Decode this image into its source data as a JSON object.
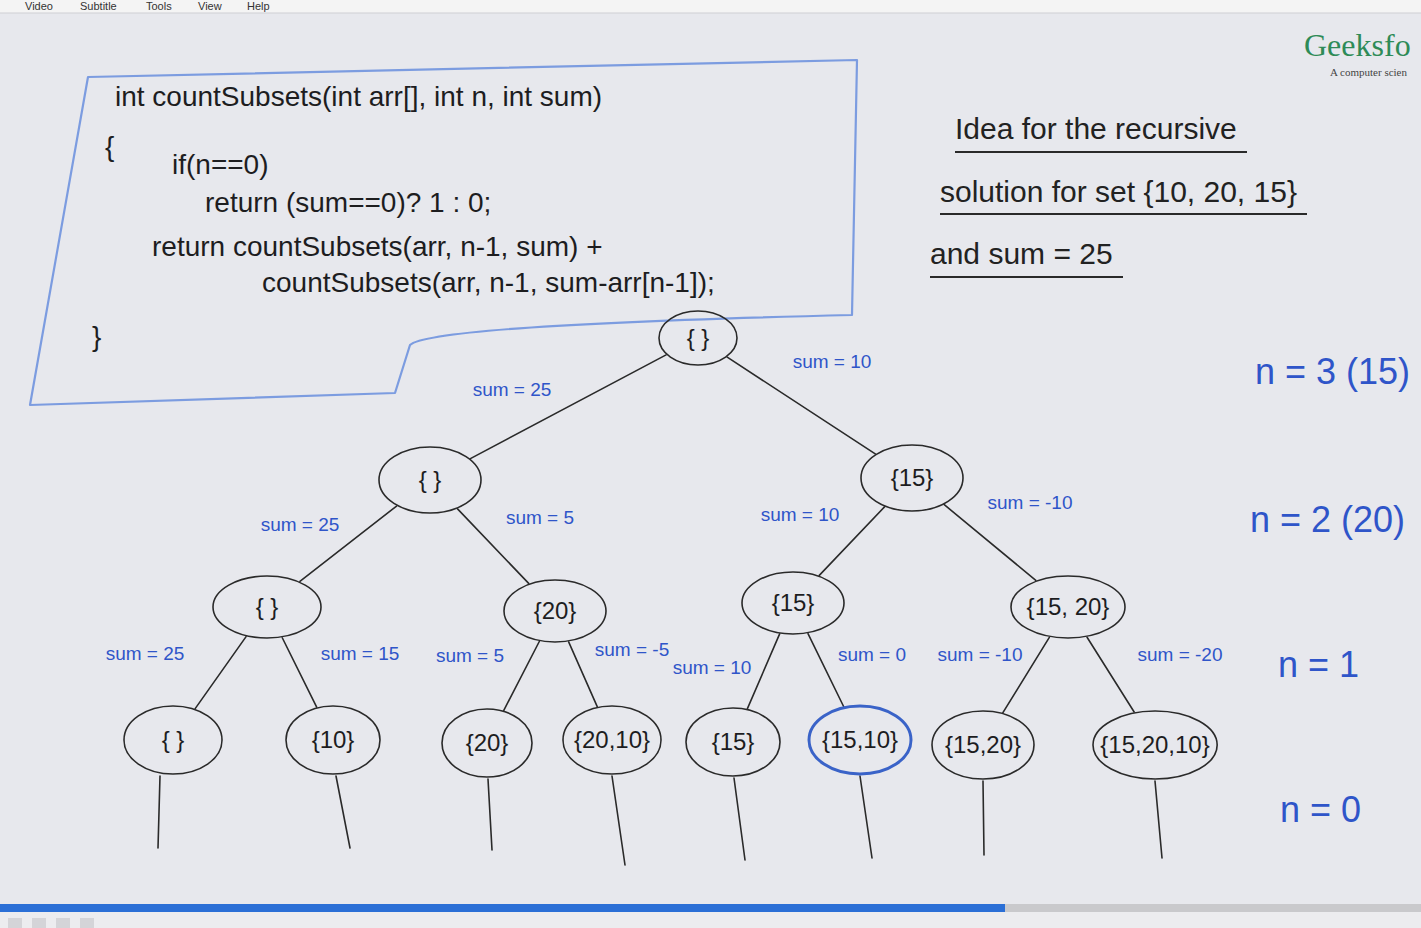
{
  "diagram": {
    "title": "Idea for the recursive solution for set {10, 20, 15} and sum = 25",
    "nodes": [
      {
        "text": [
          "int countSubsets(int arr[], int n, int sum)",
          "{",
          "if(n==0)",
          "return (sum==0)? 1 : 0;",
          "return countSubsets(arr, n-1, sum) +",
          "countSubsets(arr, n-1, sum-arr[n-1]);",
          "}"
        ]
      },
      {
        "text": [
          "{ }"
        ]
      },
      {
        "text": [
          "{ }"
        ]
      },
      {
        "text": [
          "{15}"
        ]
      },
      {
        "text": [
          "{ }"
        ]
      },
      {
        "text": [
          "{20}"
        ]
      },
      {
        "text": [
          "{15}"
        ]
      },
      {
        "text": [
          "{15, 20}"
        ]
      },
      {
        "text": [
          "{ }"
        ]
      },
      {
        "text": [
          "{10}"
        ]
      },
      {
        "text": [
          "{20}"
        ]
      },
      {
        "text": [
          "{20,10}"
        ]
      },
      {
        "text": [
          "{15}"
        ]
      },
      {
        "text": [
          "{15,10}"
        ]
      },
      {
        "text": [
          "{15,20}"
        ]
      },
      {
        "text": [
          "{15,20,10}"
        ]
      }
    ],
    "edges": [
      {
        "from": 1,
        "to": 2,
        "arrow": "none",
        "label": "sum = 25"
      },
      {
        "from": 1,
        "to": 3,
        "arrow": "none",
        "label": "sum = 10"
      },
      {
        "from": 2,
        "to": 4,
        "arrow": "none",
        "label": "sum = 25"
      },
      {
        "from": 2,
        "to": 5,
        "arrow": "none",
        "label": "sum = 5"
      },
      {
        "from": 3,
        "to": 6,
        "arrow": "none",
        "label": "sum = 10"
      },
      {
        "from": 3,
        "to": 7,
        "arrow": "none",
        "label": "sum = -10"
      },
      {
        "from": 4,
        "to": 8,
        "arrow": "none",
        "label": "sum = 25"
      },
      {
        "from": 4,
        "to": 9,
        "arrow": "none",
        "label": "sum = 15"
      },
      {
        "from": 5,
        "to": 10,
        "arrow": "none",
        "label": "sum = 5"
      },
      {
        "from": 5,
        "to": 11,
        "arrow": "none",
        "label": "sum = -5"
      },
      {
        "from": 6,
        "to": 12,
        "arrow": "none",
        "label": "sum = 10"
      },
      {
        "from": 6,
        "to": 13,
        "arrow": "none",
        "label": "sum = 0"
      },
      {
        "from": 7,
        "to": 14,
        "arrow": "none",
        "label": "sum = -10"
      },
      {
        "from": 7,
        "to": 15,
        "arrow": "none",
        "label": "sum = -20"
      }
    ],
    "labels": [
      "Video",
      "Subtitle",
      "Tools",
      "View",
      "Help",
      "Geeksfo",
      "A computer scien",
      "n = 3 (15)",
      "n = 2 (20)",
      "n = 1",
      "n = 0"
    ]
  }
}
